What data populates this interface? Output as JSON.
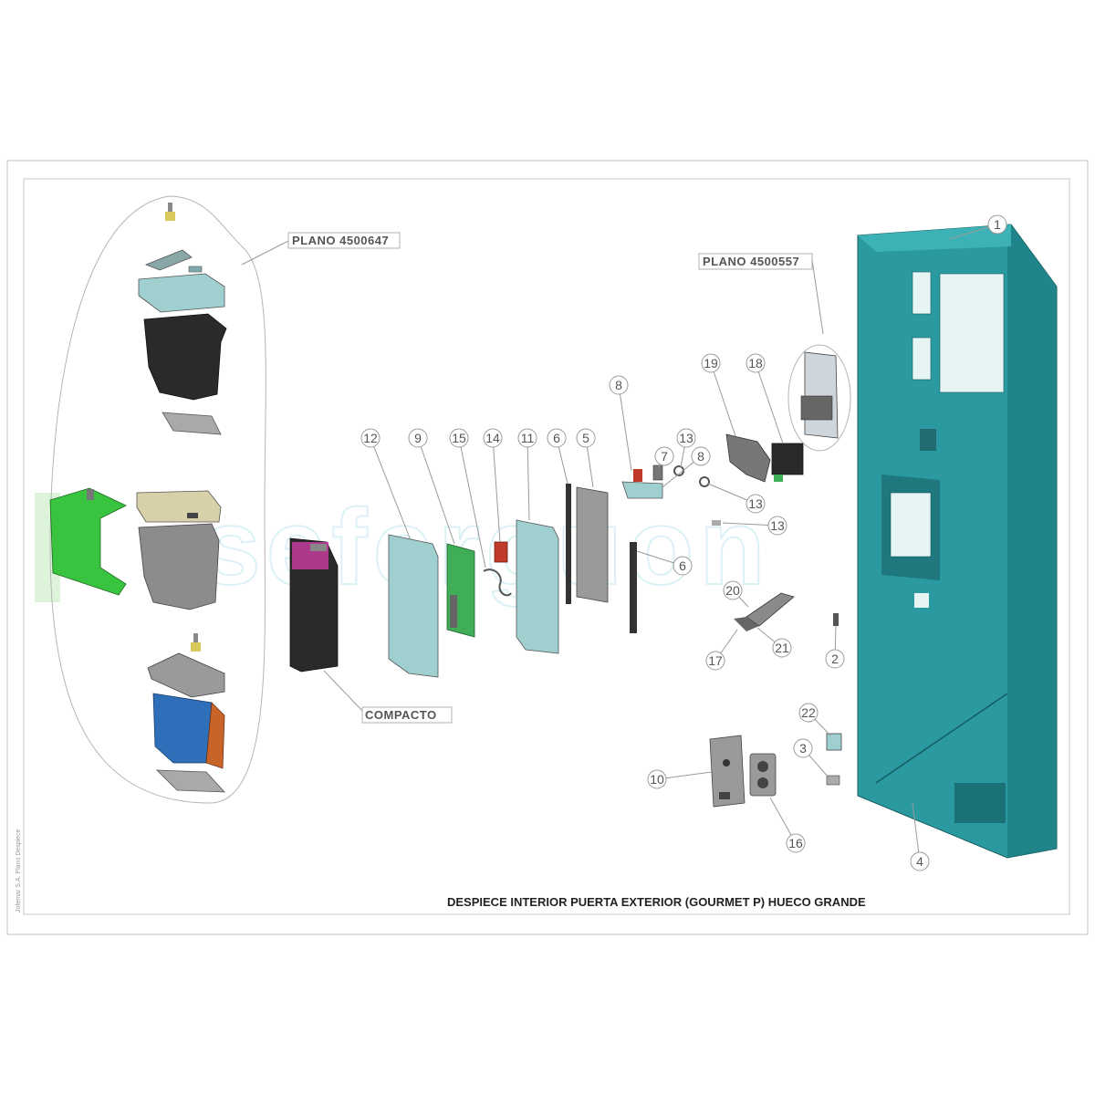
{
  "drawing": {
    "title": "DESPIECE INTERIOR PUERTA EXTERIOR (GOURMET P) HUECO GRANDE",
    "side_note": "Jofemar S.A. Plano Despiece",
    "watermark": "seferguon",
    "plan_refs": {
      "left": "PLANO 4500647",
      "right": "PLANO 4500557"
    },
    "compacto_label": "COMPACTO"
  },
  "callouts": [
    "1",
    "2",
    "3",
    "4",
    "5",
    "6",
    "6",
    "7",
    "8",
    "8",
    "9",
    "10",
    "11",
    "12",
    "13",
    "13",
    "13",
    "14",
    "15",
    "16",
    "17",
    "18",
    "19",
    "20",
    "21",
    "22"
  ],
  "colors": {
    "door_teal": "#2a9aa0",
    "door_dark": "#1d7c82",
    "light_teal": "#9fd0cf",
    "green_board": "#3fae56",
    "bright_green": "#39c43f",
    "blue_box": "#2f6fb9",
    "orange_side": "#c8642a",
    "black_box": "#2a2a2a",
    "gray_part": "#8a8a8a",
    "beige_part": "#d8d0a8",
    "red_part": "#c0392b",
    "magenta": "#c33c9e",
    "line": "#9a9a9a"
  }
}
